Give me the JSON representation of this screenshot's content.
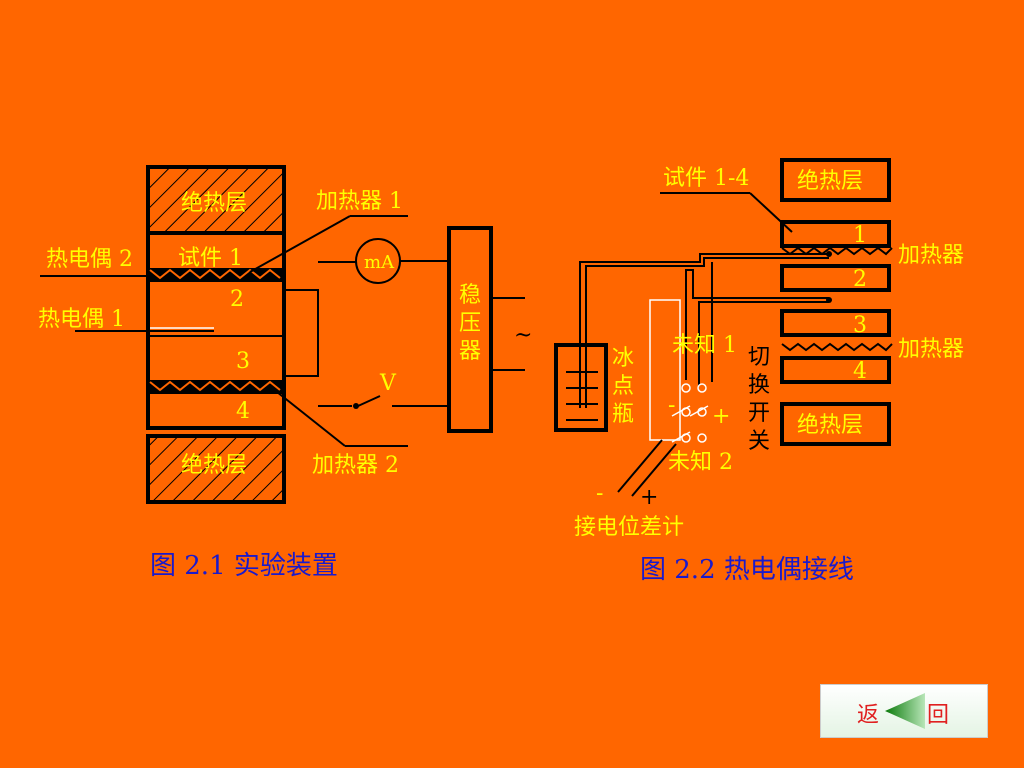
{
  "fig1": {
    "insulation_top": "绝热层",
    "insulation_bottom": "绝热层",
    "heater1": "加热器 1",
    "heater2": "加热器 2",
    "thermocouple2": "热电偶 2",
    "thermocouple1": "热电偶 1",
    "specimen1": "试件 1",
    "layer2": "2",
    "layer3": "3",
    "layer4": "4",
    "ammeter": "mA",
    "voltmeter": "V",
    "stabilizer": [
      "稳",
      "压",
      "器"
    ],
    "ac_symbol": "~",
    "caption": "图 2.1   实验装置"
  },
  "fig2": {
    "specimen": "试件 1-4",
    "insulation_top": "绝热层",
    "insulation_bottom": "绝热层",
    "n1": "1",
    "n2": "2",
    "n3": "3",
    "n4": "4",
    "heater_a": "加热器",
    "heater_b": "加热器",
    "ice_bottle": [
      "冰",
      "点",
      "瓶"
    ],
    "switch": [
      "切",
      "换",
      "开",
      "关"
    ],
    "unknown1": "未知 1",
    "unknown2": "未知 2",
    "minus_a": "-",
    "plus_a": "+",
    "minus_b": "-",
    "plus_b": "+",
    "potentiometer": "接电位差计",
    "caption": "图 2.2   热电偶接线"
  },
  "nav": {
    "back": "返",
    "return": "回",
    "icon": "left-arrow-icon"
  },
  "colors": {
    "background": "#ff6600",
    "label": "#ffff00",
    "caption": "#1a1acc"
  }
}
